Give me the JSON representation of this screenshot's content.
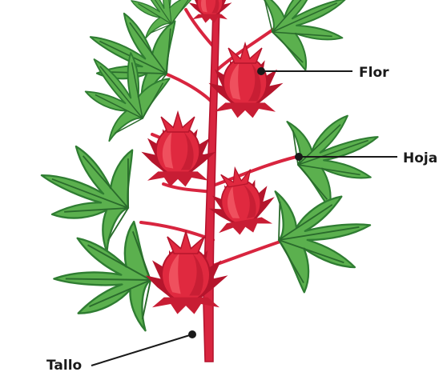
{
  "labels": {
    "flower": "Flor",
    "leaf": "Hoja",
    "stem": "Tallo"
  },
  "colors": {
    "stem": "#d8253f",
    "stem_dark": "#b3122c",
    "flower_main": "#e0293f",
    "flower_dark": "#b5152c",
    "flower_light": "#f35a66",
    "leaf_main": "#5bb04e",
    "leaf_dark": "#2f7d32",
    "leaf_vein": "#2a6b2c",
    "line": "#1a1a1a"
  }
}
